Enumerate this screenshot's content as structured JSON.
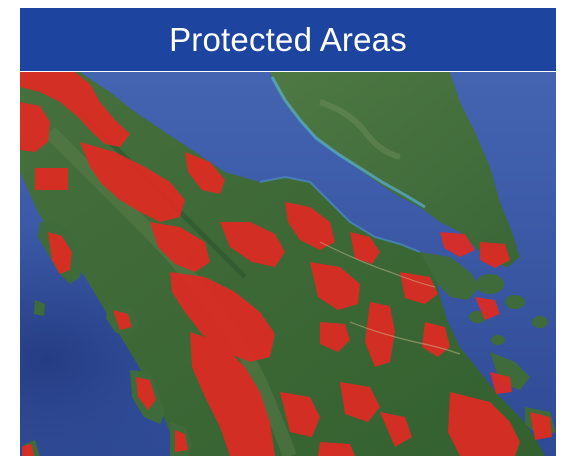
{
  "slide": {
    "title": "Protected Areas"
  },
  "map": {
    "colors": {
      "sea": "#3f5fae",
      "deep_sea": "#2f4a95",
      "shallow": "#4c8fc9",
      "land": "#3f6b3a",
      "land_dark": "#2e5a2e",
      "mountain": "#587a4a",
      "protected": "#e02a22",
      "title_bar": "#1d45a0"
    },
    "layers": [
      "satellite-basemap",
      "protected-areas-overlay"
    ]
  }
}
